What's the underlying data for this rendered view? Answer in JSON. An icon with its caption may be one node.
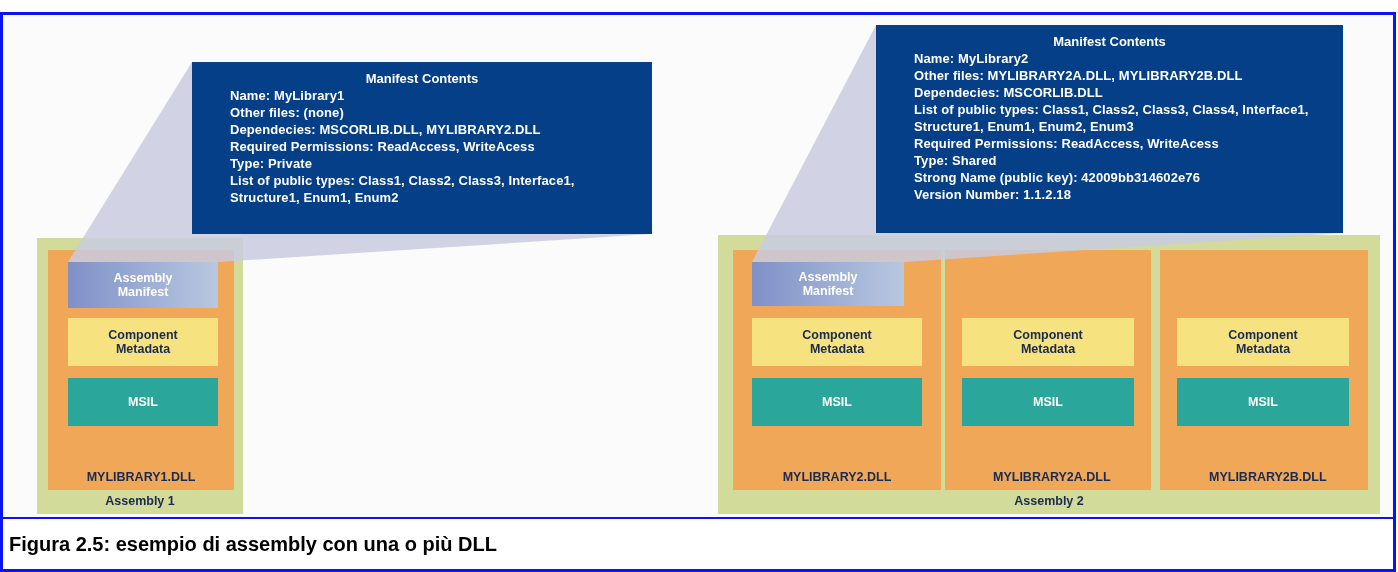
{
  "diagram": {
    "caption": "Figura 2.5: esempio di assembly con una o più DLL",
    "nodes": [
      {
        "text": [
          "Assembly 1"
        ]
      },
      {
        "text": [
          "MYLIBRARY1.DLL"
        ],
        "in": 0
      },
      {
        "text": [
          "Assembly Manifest"
        ],
        "in": 1
      },
      {
        "text": [
          "Component Metadata"
        ],
        "in": 1
      },
      {
        "text": [
          "MSIL"
        ],
        "in": 1
      },
      {
        "text": [
          "Manifest Contents",
          "Name: MyLibrary1",
          "Other files: (none)",
          "Dependecies: MSCORLIB.DLL, MYLIBRARY2.DLL",
          "Required Permissions: ReadAccess, WriteAcess",
          "Type: Private",
          "List of public types: Class1, Class2, Class3, Interface1, Structure1, Enum1, Enum2"
        ]
      },
      {
        "text": [
          "Assembly 2"
        ]
      },
      {
        "text": [
          "MYLIBRARY2.DLL"
        ],
        "in": 6
      },
      {
        "text": [
          "Assembly Manifest"
        ],
        "in": 7
      },
      {
        "text": [
          "Component Metadata"
        ],
        "in": 7
      },
      {
        "text": [
          "MSIL"
        ],
        "in": 7
      },
      {
        "text": [
          "MYLIBRARY2A.DLL"
        ],
        "in": 6
      },
      {
        "text": [
          "Component Metadata"
        ],
        "in": 11
      },
      {
        "text": [
          "MSIL"
        ],
        "in": 11
      },
      {
        "text": [
          "MYLIBRARY2B.DLL"
        ],
        "in": 6
      },
      {
        "text": [
          "Component Metadata"
        ],
        "in": 14
      },
      {
        "text": [
          "MSIL"
        ],
        "in": 14
      },
      {
        "text": [
          "Manifest Contents",
          "Name: MyLibrary2",
          "Other files: MYLIBRARY2A.DLL, MYLIBRARY2B.DLL",
          "Dependecies: MSCORLIB.DLL",
          "List of public types: Class1, Class2, Class3, Class4, Interface1, Structure1, Enum1, Enum2, Enum3",
          "Required Permissions: ReadAccess, WriteAcess",
          "Type: Shared",
          "Strong Name (public key): 42009bb314602e76",
          "Version Number: 1.1.2.18"
        ]
      }
    ],
    "edges": [
      {
        "from": 2,
        "to": 5,
        "arrow": "none"
      },
      {
        "from": 8,
        "to": 17,
        "arrow": "none"
      }
    ]
  }
}
